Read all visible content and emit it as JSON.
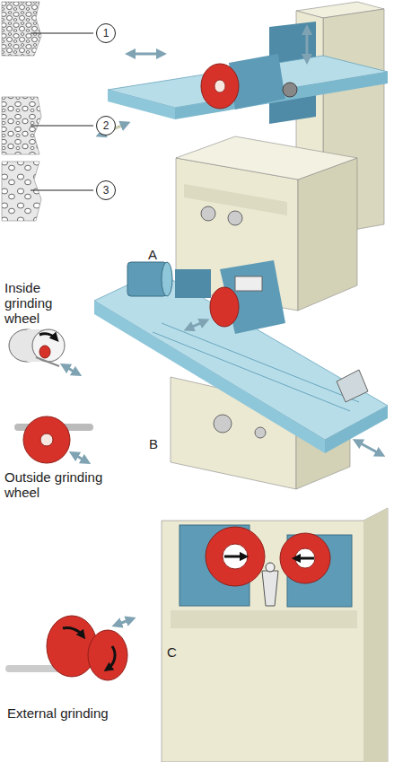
{
  "diagram": {
    "nodes": [
      {
        "text": [
          "1"
        ]
      },
      {
        "text": [
          "2"
        ]
      },
      {
        "text": [
          "3"
        ]
      }
    ],
    "labels": [
      "A",
      "Inside grinding wheel",
      "B",
      "Outside grinding wheel",
      "C",
      "External grinding"
    ]
  }
}
